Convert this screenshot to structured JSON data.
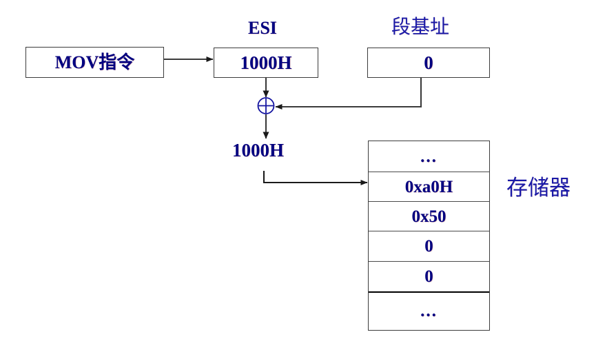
{
  "diagram": {
    "title_alt": "MOV instruction effective address computation",
    "colors": {
      "text_navy": "#000080",
      "text_blue_cn": "#1a1aa8",
      "line": "#3b3b3b",
      "background": "#ffffff"
    }
  },
  "nodes": {
    "instruction_box": {
      "label": "MOV指令"
    },
    "esi": {
      "caption": "ESI",
      "value": "1000H"
    },
    "segment_base": {
      "caption": "段基址",
      "value": "0"
    },
    "adder": {
      "symbol": "⊕",
      "name": "plus-circle"
    },
    "effective_address": {
      "value": "1000H"
    },
    "memory": {
      "caption": "存储器",
      "cells": [
        {
          "value": "...",
          "kind": "ellipsis"
        },
        {
          "value": "0xa0H",
          "kind": "data"
        },
        {
          "value": "0x50",
          "kind": "data"
        },
        {
          "value": "0",
          "kind": "data"
        },
        {
          "value": "0",
          "kind": "data"
        },
        {
          "value": "...",
          "kind": "ellipsis"
        }
      ]
    }
  },
  "connectors": [
    {
      "name": "instruction-to-esi",
      "kind": "arrow-right"
    },
    {
      "name": "esi-to-adder",
      "kind": "arrow-down"
    },
    {
      "name": "segment-base-to-adder",
      "kind": "elbow-arrow-left"
    },
    {
      "name": "adder-to-effective-address",
      "kind": "arrow-down"
    },
    {
      "name": "effective-address-to-memory",
      "kind": "elbow-arrow-right"
    }
  ]
}
